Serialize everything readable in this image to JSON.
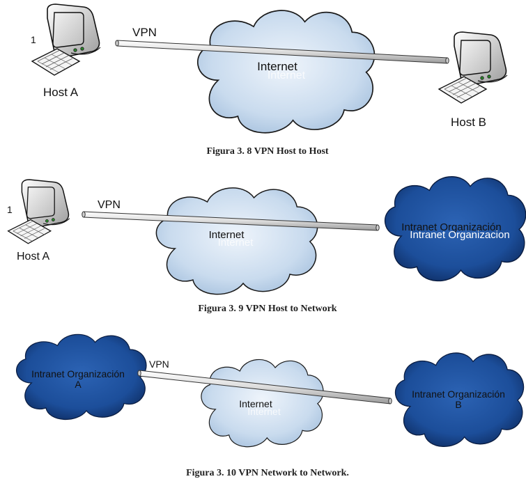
{
  "figures": [
    {
      "host_a_label": "Host A",
      "host_a_marker": "1",
      "host_b_label": "Host B",
      "vpn_label": "VPN",
      "internet_label": "Internet",
      "internet_ghost": "Internet",
      "caption": "Figura 3. 8 VPN Host to Host"
    },
    {
      "host_a_label": "Host A",
      "host_a_marker": "1",
      "vpn_label": "VPN",
      "internet_label": "Internet",
      "internet_ghost": "Internet",
      "intranet_label": "Intranet Organización",
      "intranet_ghost": "Intranet Organizacion",
      "caption": "Figura 3. 9 VPN Host to Network"
    },
    {
      "intranet_a_line1": "Intranet Organización",
      "intranet_a_line2": "A",
      "vpn_label": "VPN",
      "internet_label": "Internet",
      "internet_ghost": "Internet",
      "intranet_b_line1": "Intranet Organización",
      "intranet_b_line2": "B",
      "caption": "Figura 3. 10 VPN Network to Network."
    }
  ],
  "colors": {
    "internet_cloud": "#d6e4f2",
    "internet_outline": "#1a1a1a",
    "intranet_cloud": "#1c4e9a",
    "intranet_dark": "#0f2f66",
    "tunnel_fill": "#e8e8e8"
  },
  "icons": [
    "computer-icon",
    "cloud-icon"
  ]
}
